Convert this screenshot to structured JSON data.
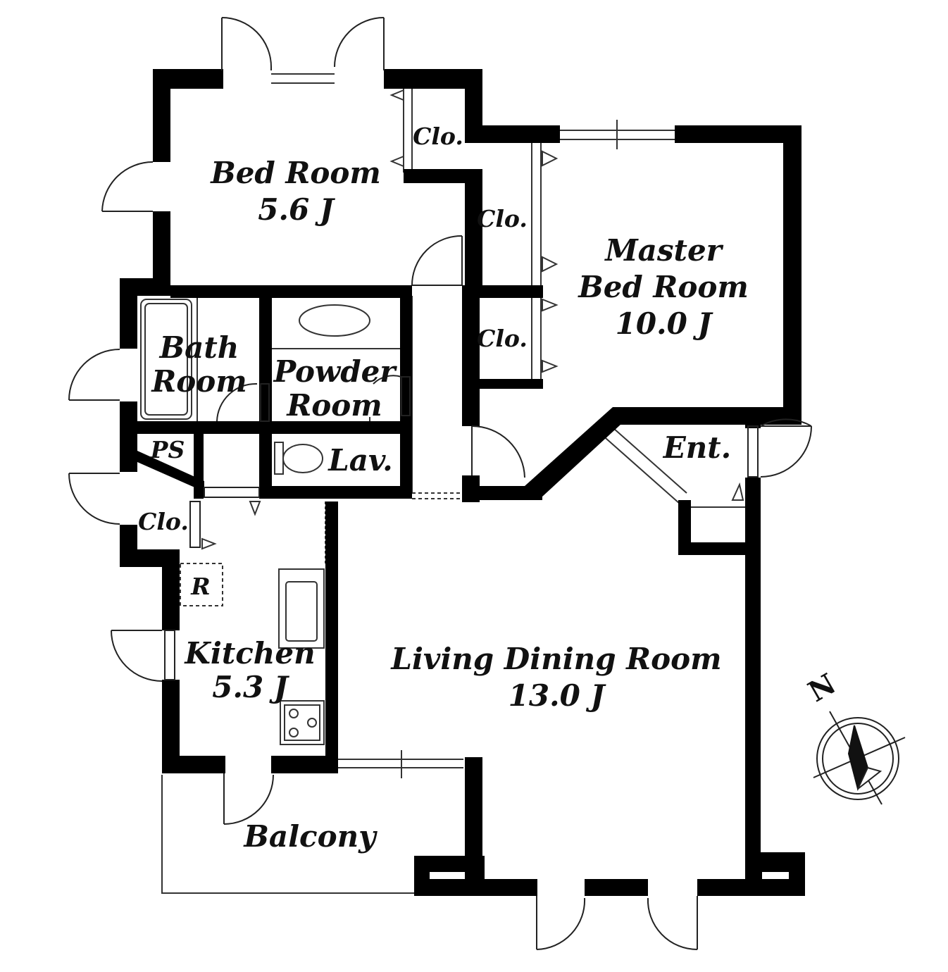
{
  "rooms": {
    "bed_room": {
      "name": "Bed Room",
      "size": "5.6 J"
    },
    "master_bed_room": {
      "name_line1": "Master",
      "name_line2": "Bed Room",
      "size": "10.0 J"
    },
    "bath_room": {
      "name_line1": "Bath",
      "name_line2": "Room"
    },
    "powder_room": {
      "name_line1": "Powder",
      "name_line2": "Room"
    },
    "lavatory": {
      "name": "Lav."
    },
    "pipe_space": {
      "name": "PS"
    },
    "closets": {
      "bed_room": "Clo.",
      "master_upper": "Clo.",
      "master_lower": "Clo.",
      "kitchen": "Clo."
    },
    "refrigerator": {
      "name": "R"
    },
    "kitchen": {
      "name": "Kitchen",
      "size": "5.3 J"
    },
    "living_dining": {
      "name": "Living Dining Room",
      "size": "13.0 J"
    },
    "entrance": {
      "name": "Ent."
    },
    "balcony": {
      "name": "Balcony"
    }
  },
  "compass": {
    "label": "N"
  },
  "colors": {
    "wall": "#000000",
    "line": "#222222",
    "background": "#ffffff"
  }
}
